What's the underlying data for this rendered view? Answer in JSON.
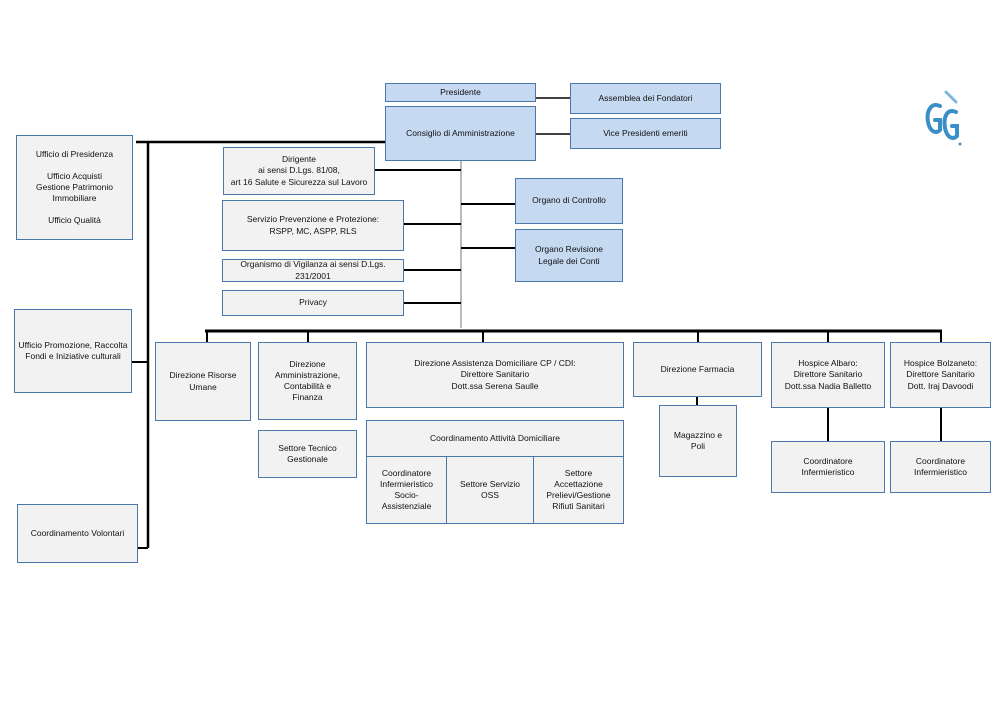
{
  "colors": {
    "accent_fill": "#c5d9f1",
    "box_fill": "#f2f2f2",
    "box_border": "#4a78a8",
    "line": "#000000"
  },
  "logo": {
    "text": "GG",
    "icon": "gg-logo-icon"
  },
  "top": {
    "presidente": "Presidente",
    "assemblea": "Assemblea dei Fondatori",
    "consiglio": "Consiglio di Amministrazione",
    "vice_presidenti": "Vice Presidenti emeriti"
  },
  "left": {
    "ufficio_presidenza": "Ufficio di Presidenza\n\nUfficio Acquisti\nGestione Patrimonio Immobiliare\n\nUfficio Qualità",
    "ufficio_promozione": "Ufficio Promozione, Raccolta Fondi e Iniziative culturali",
    "coordinamento_volontari": "Coordinamento Volontari"
  },
  "staff": {
    "dirigente": "Dirigente\nai sensi D.Lgs. 81/08,\nart 16 Salute e  Sicurezza sul Lavoro",
    "servizio_prevenzione": "Servizio Prevenzione e Protezione:\nRSPP, MC, ASPP, RLS",
    "organismo_vigilanza": "Organismo di Vigilanza ai sensi D.Lgs. 231/2001",
    "privacy": "Privacy",
    "organo_controllo": "Organo di Controllo",
    "organo_revisione": "Organo Revisione\nLegale dei Conti"
  },
  "directorates": {
    "risorse_umane": "Direzione Risorse\nUmane",
    "amministrazione": "Direzione\nAmministrazione,\nContabilità e\nFinanza",
    "settore_tecnico": "Settore Tecnico\nGestionale",
    "assistenza_domiciliare": "Direzione Assistenza Domiciliare CP / CDI:\nDirettore Sanitario\nDott.ssa Serena Saulle",
    "coordinamento_domiciliare": "Coordinamento Attività Domiciliare",
    "coordinatore_infermieristico_socio": "Coordinatore Infermieristico Socio-Assistenziale",
    "settore_oss": "Settore Servizio\nOSS",
    "settore_accettazione": "Settore\nAccettazione\nPrelievi/Gestione\nRifiuti Sanitari",
    "farmacia": "Direzione Farmacia",
    "magazzino": "Magazzino e\nPoli",
    "hospice_albaro": "Hospice Albaro:\nDirettore Sanitario\nDott.ssa Nadia Balletto",
    "coord_albaro": "Coordinatore\nInfermieristico",
    "hospice_bolzaneto": "Hospice Bolzaneto:\nDirettore Sanitario\nDott. Iraj Davoodi",
    "coord_bolzaneto": "Coordinatore\nInfermieristico"
  }
}
